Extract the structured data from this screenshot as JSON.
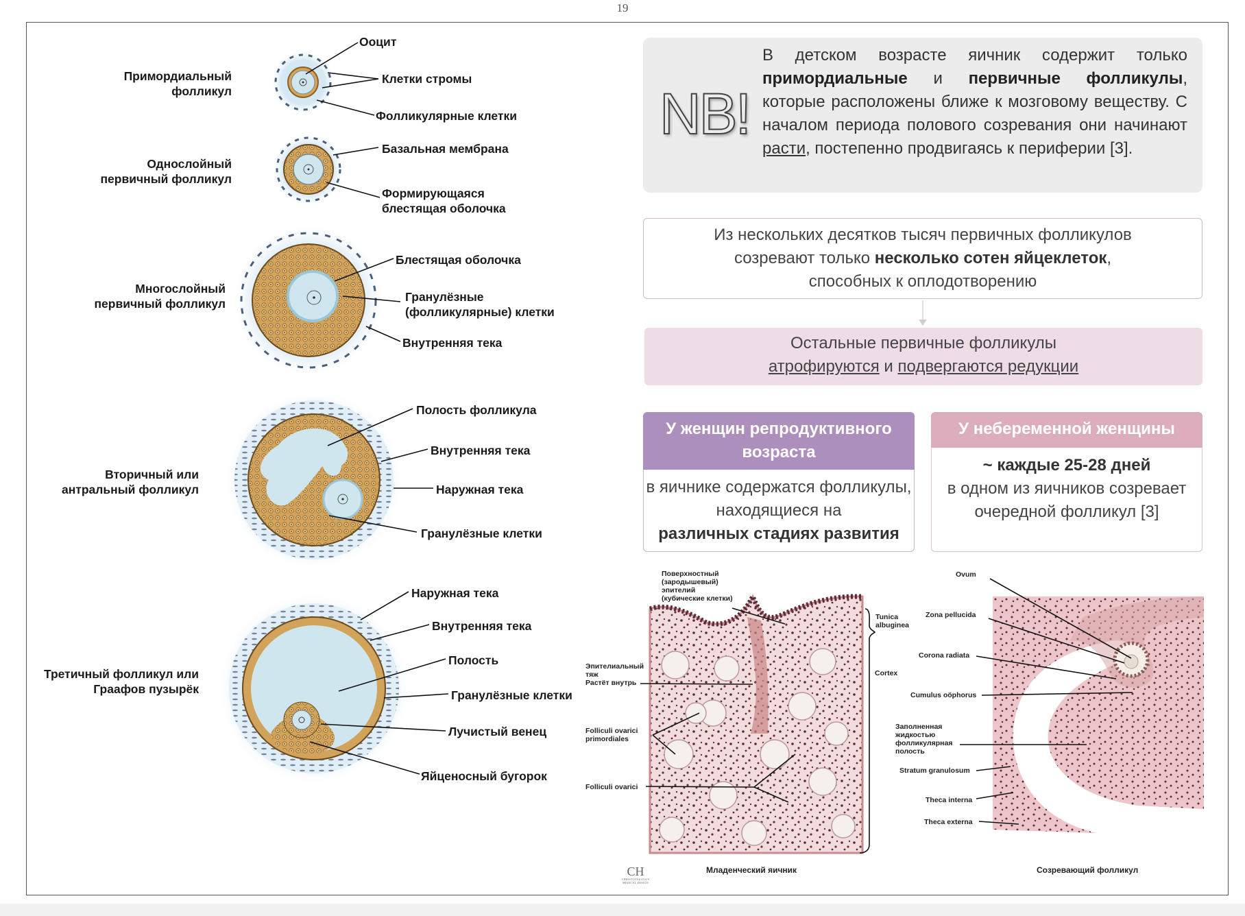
{
  "page_number": "19",
  "left_panel": {
    "stages": {
      "primordial": "Примордиальный\nфолликул",
      "primary_single": "Однослойный\nпервичный фолликул",
      "primary_multi": "Многослойный\nпервичный фолликул",
      "secondary": "Вторичный или\nантральный фолликул",
      "tertiary": "Третичный фолликул или\nГраафов пузырёк"
    },
    "labels": {
      "oocyte": "Ооцит",
      "stroma_cells": "Клетки стромы",
      "follicular_cells": "Фолликулярные клетки",
      "basal_membrane": "Базальная мембрана",
      "forming_zona": "Формирующаяся\nблестящая оболочка",
      "zona_pellucida": "Блестящая оболочка",
      "granulosa_follicular": "Гранулёзные\n(фолликулярные) клетки",
      "theca_interna_1": "Внутренняя тека",
      "follicle_cavity": "Полость фолликула",
      "theca_interna_2": "Внутренняя тека",
      "theca_externa_1": "Наружная тека",
      "granulosa_1": "Гранулёзные клетки",
      "theca_externa_2": "Наружная тека",
      "theca_interna_3": "Внутренняя тека",
      "cavity": "Полость",
      "granulosa_2": "Гранулёзные клетки",
      "corona_radiata": "Лучистый венец",
      "cumulus": "Яйценосный бугорок"
    }
  },
  "nb": {
    "logo": "NB!",
    "t1": "В детском возрасте яичник содержит только",
    "b1": "примордиальные",
    "t2": "и",
    "b2": "первичные фолликулы",
    "t3": ", которые расположены ближе к мозговому веществу. С началом периода полового созревания они начинают",
    "u1": "расти",
    "t4": ", постепенно продвигаясь к периферии [3]."
  },
  "box1": {
    "line1": "Из нескольких десятков тысяч первичных фолликулов",
    "line2_pre": "созревают только",
    "line2_bold": "несколько сотен яйцеклеток",
    "line2_post": ",",
    "line3": "способных к оплодотворению"
  },
  "box2": {
    "line1": "Остальные первичные фолликулы",
    "u1": "атрофируются",
    "mid": "и",
    "u2": "подвергаются редукции"
  },
  "card_a": {
    "header": "У женщин репродуктивного возраста",
    "body": "в яичнике содержатся фолликулы, находящиеся на",
    "body_bold": "различных стадиях развития"
  },
  "card_b": {
    "header": "У небеременной женщины",
    "body_bold": "~ каждые 25-28 дней",
    "body": "в одном из яичников созревает очередной фолликул [3]"
  },
  "histo_left": {
    "epithelium": "Поверхностный\n(зародышевый)\nэпителий\n(кубические клетки)",
    "tunica": "Tunica\nalbuginea",
    "cortex": "Cortex",
    "cord": "Эпителиальный\nтяж\nРастёт внутрь",
    "primordiales": "Folliculi ovarici\nprimordiales",
    "ovarici": "Folliculi ovarici",
    "caption": "Младенческий яичник"
  },
  "histo_right": {
    "ovum": "Ovum",
    "zona": "Zona pellucida",
    "corona": "Corona radiata",
    "cumulus": "Cumulus oöphorus",
    "antrum": "Заполненная\nжидкостью\nфолликулярная\nполость",
    "granulosum": "Stratum granulosum",
    "interna": "Theca interna",
    "externa": "Theca externa",
    "caption": "Созревающий фолликул"
  },
  "brand": {
    "mark": "CH",
    "name": "CHRISTOVSKAYA'S\nMEDICAL DESIGN"
  },
  "colors": {
    "nb_bg": "#ececec",
    "purple_header": "#ad8fbd",
    "pink_header": "#dcaebd",
    "pink_box": "#efdde5",
    "granulosa": "#c89a4e",
    "oocyte": "#cfe6ee",
    "tissue": "#e8c8c8"
  }
}
